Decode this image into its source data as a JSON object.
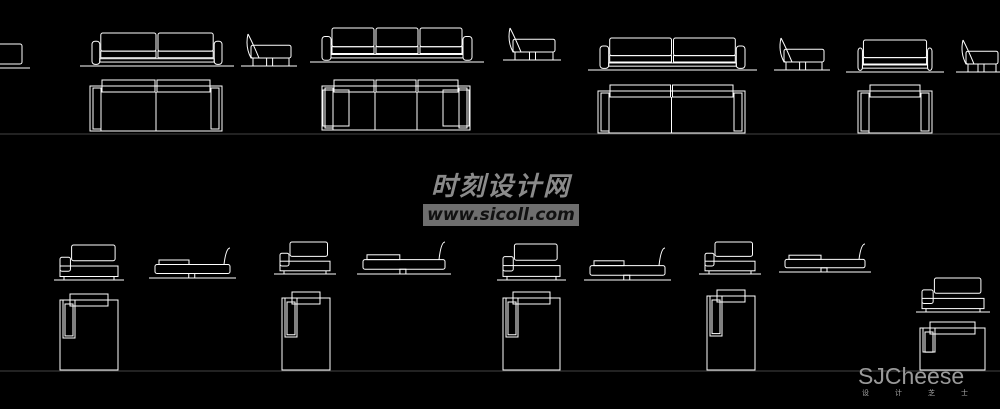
{
  "watermark": {
    "title": "时刻设计网",
    "url": "www.sicoll.com"
  },
  "logo": {
    "main": "SJCheese",
    "sub": "设计芝士"
  },
  "colors": {
    "background": "#000000",
    "line": "#ffffff",
    "guide": "#444444"
  }
}
